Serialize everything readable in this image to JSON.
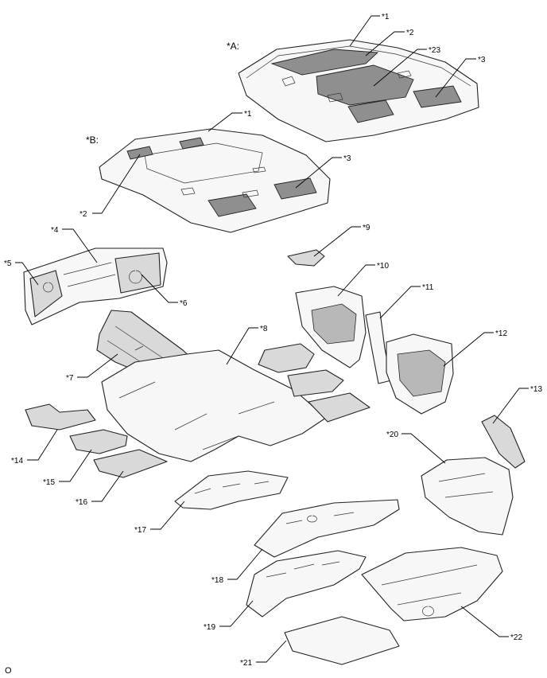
{
  "group_labels": {
    "a": "*A:",
    "b": "*B:"
  },
  "callouts": {
    "c1a": "*1",
    "c2a": "*2",
    "c23": "*23",
    "c3a": "*3",
    "c1b": "*1",
    "c3b": "*3",
    "c2b": "*2",
    "c4": "*4",
    "c5": "*5",
    "c6": "*6",
    "c7": "*7",
    "c8": "*8",
    "c9": "*9",
    "c10": "*10",
    "c11": "*11",
    "c12": "*12",
    "c13": "*13",
    "c14": "*14",
    "c15": "*15",
    "c16": "*16",
    "c17": "*17",
    "c18": "*18",
    "c19": "*19",
    "c20": "*20",
    "c21": "*21",
    "c22": "*22"
  },
  "footer_code": "O"
}
